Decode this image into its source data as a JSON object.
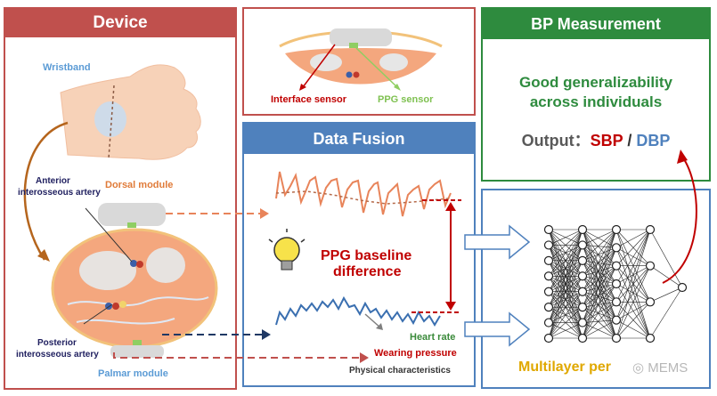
{
  "device": {
    "title": "Device",
    "wristband": "Wristband",
    "dorsal_module": "Dorsal module",
    "anterior_line1": "Anterior",
    "anterior_line2": "interosseous artery",
    "posterior_line1": "Posterior",
    "posterior_line2": "interosseous artery",
    "palmar_module": "Palmar module"
  },
  "sensors": {
    "interface": "Interface sensor",
    "ppg": "PPG sensor"
  },
  "fusion": {
    "title": "Data Fusion",
    "baseline_line1": "PPG baseline",
    "baseline_line2": "difference",
    "heart_rate": "Heart rate",
    "wearing_pressure": "Wearing pressure",
    "physical": "Physical characteristics"
  },
  "bp": {
    "title": "BP Measurement",
    "line1": "Good generalizability",
    "line2": "across individuals",
    "output_label": "Output：",
    "sbp": "SBP",
    "slash": " / ",
    "dbp": "DBP"
  },
  "mlp": {
    "label": "Multilayer per",
    "watermark": "MEMS"
  },
  "colors": {
    "device_red": "#c0504d",
    "fusion_blue": "#4f81bd",
    "bp_green": "#2e8b3e",
    "ppg_orange": "#e8845a",
    "pressure_blue": "#3a6fb0",
    "arrow_red": "#c00000",
    "mlp_gold": "#e0a800"
  }
}
